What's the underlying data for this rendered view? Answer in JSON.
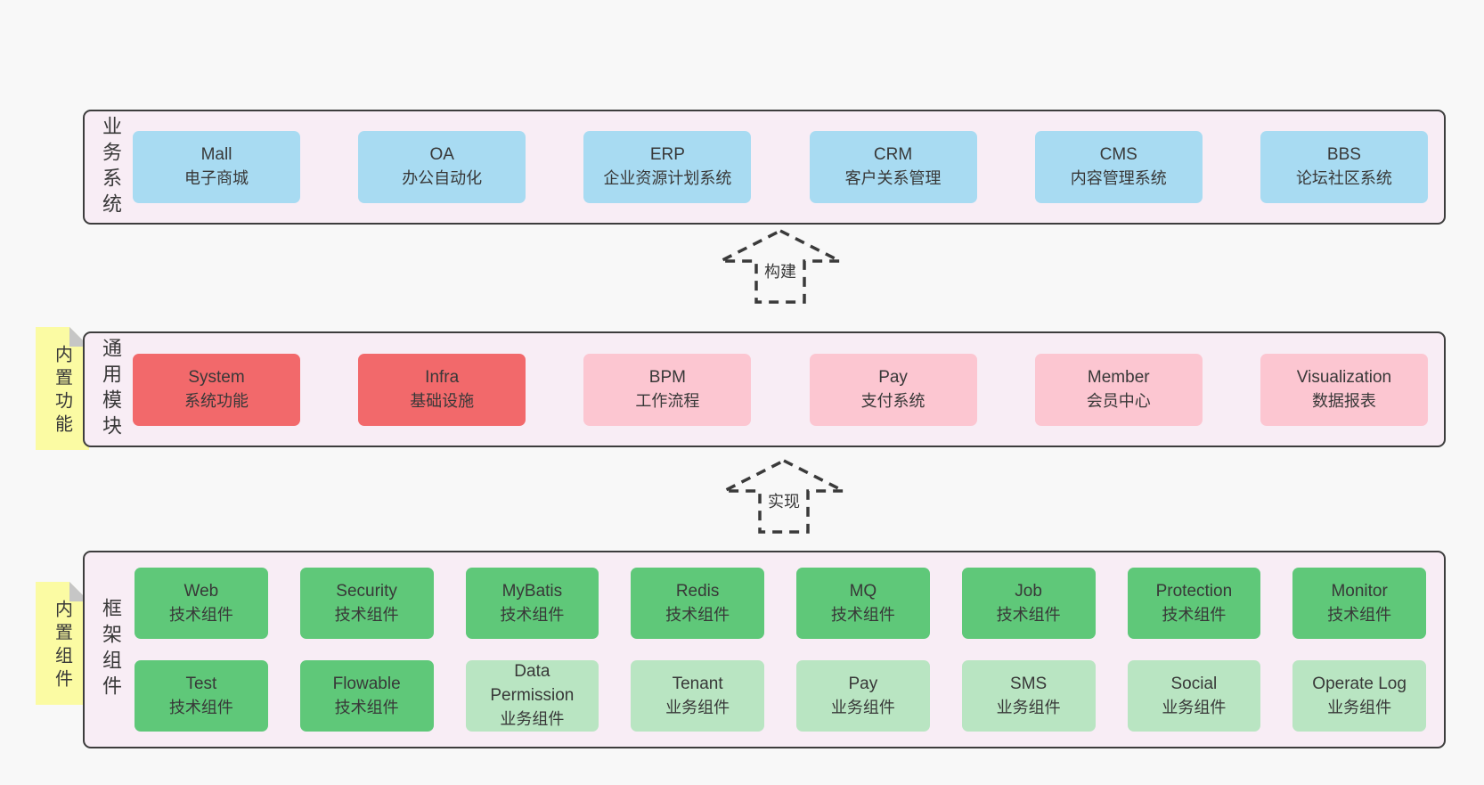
{
  "colors": {
    "background": "#f8f8f8",
    "panel_fill": "#f8edf5",
    "panel_border": "#3d3d3d",
    "blue_box": "#a8dbf2",
    "red_box": "#f2696b",
    "pink_box": "#fcc6d1",
    "green_box": "#5fc879",
    "light_green_box": "#b9e5c2",
    "sticky_note": "#fbfba3",
    "note_fold": "#c6c6c6",
    "text": "#383838"
  },
  "arrows": [
    {
      "label": "构建"
    },
    {
      "label": "实现"
    }
  ],
  "layers": [
    {
      "label": "业务系统",
      "boxes": [
        {
          "title": "Mall",
          "subtitle": "电子商城"
        },
        {
          "title": "OA",
          "subtitle": "办公自动化"
        },
        {
          "title": "ERP",
          "subtitle": "企业资源计划系统"
        },
        {
          "title": "CRM",
          "subtitle": "客户关系管理"
        },
        {
          "title": "CMS",
          "subtitle": "内容管理系统"
        },
        {
          "title": "BBS",
          "subtitle": "论坛社区系统"
        }
      ]
    },
    {
      "label": "通用模块",
      "tag": "内置功能",
      "boxes": [
        {
          "title": "System",
          "subtitle": "系统功能"
        },
        {
          "title": "Infra",
          "subtitle": "基础设施"
        },
        {
          "title": "BPM",
          "subtitle": "工作流程"
        },
        {
          "title": "Pay",
          "subtitle": "支付系统"
        },
        {
          "title": "Member",
          "subtitle": "会员中心"
        },
        {
          "title": "Visualization",
          "subtitle": "数据报表"
        }
      ]
    },
    {
      "label": "框架组件",
      "tag": "内置组件",
      "rows": [
        [
          {
            "title": "Web",
            "subtitle": "技术组件"
          },
          {
            "title": "Security",
            "subtitle": "技术组件"
          },
          {
            "title": "MyBatis",
            "subtitle": "技术组件"
          },
          {
            "title": "Redis",
            "subtitle": "技术组件"
          },
          {
            "title": "MQ",
            "subtitle": "技术组件"
          },
          {
            "title": "Job",
            "subtitle": "技术组件"
          },
          {
            "title": "Protection",
            "subtitle": "技术组件"
          },
          {
            "title": "Monitor",
            "subtitle": "技术组件"
          }
        ],
        [
          {
            "title": "Test",
            "subtitle": "技术组件"
          },
          {
            "title": "Flowable",
            "subtitle": "技术组件"
          },
          {
            "title": "Data Permission",
            "subtitle": "业务组件"
          },
          {
            "title": "Tenant",
            "subtitle": "业务组件"
          },
          {
            "title": "Pay",
            "subtitle": "业务组件"
          },
          {
            "title": "SMS",
            "subtitle": "业务组件"
          },
          {
            "title": "Social",
            "subtitle": "业务组件"
          },
          {
            "title": "Operate Log",
            "subtitle": "业务组件"
          }
        ]
      ]
    }
  ]
}
